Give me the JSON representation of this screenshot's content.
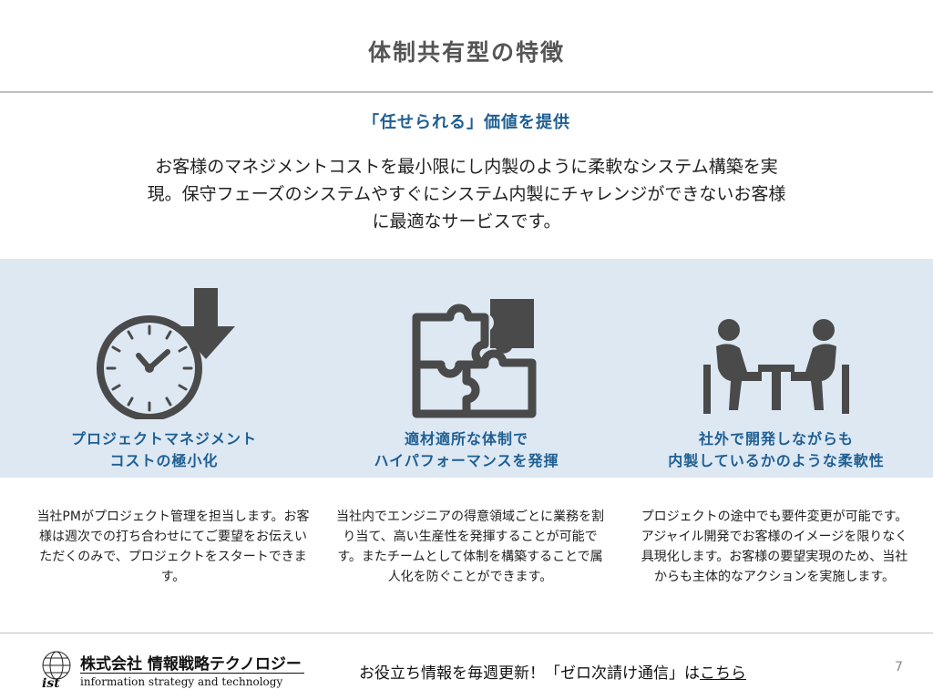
{
  "slide": {
    "title": "体制共有型の特徴",
    "subtitle": "「任せられる」価値を提供",
    "lead": "お客様のマネジメントコストを最小限にし内製のように柔軟なシステム構築を実現。保守フェーズのシステムやすぐにシステム内製にチャレンジができないお客様に最適なサービスです。"
  },
  "features": [
    {
      "icon": "clock-download-icon",
      "title_line1": "プロジェクトマネジメント",
      "title_line2": "コストの極小化",
      "description": "当社PMがプロジェクト管理を担当します。お客様は週次での打ち合わせにてご要望をお伝えいただくのみで、プロジェクトをスタートできます。"
    },
    {
      "icon": "puzzle-icon",
      "title_line1": "適材適所な体制で",
      "title_line2": "ハイパフォーマンスを発揮",
      "description": "当社内でエンジニアの得意領域ごとに業務を割り当て、高い生産性を発揮することが可能です。またチームとして体制を構築することで属人化を防ぐことができます。"
    },
    {
      "icon": "meeting-icon",
      "title_line1": "社外で開発しながらも",
      "title_line2": "内製しているかのような柔軟性",
      "description": "プロジェクトの途中でも要件変更が可能です。アジャイル開発でお客様のイメージを限りなく具現化します。お客様の要望実現のため、当社からも主体的なアクションを実施します。"
    }
  ],
  "footer": {
    "company_name": "株式会社 情報戦略テクノロジー",
    "company_tagline": "information strategy and technology",
    "logo_text": "ist",
    "notice": "お役立ち情報を毎週更新！「ゼロ次請け通信」は",
    "link_label": "こちら",
    "page_number": "7"
  },
  "colors": {
    "accent": "#1f5f93",
    "band": "#dde8f3",
    "icon": "#4a4a4a"
  }
}
